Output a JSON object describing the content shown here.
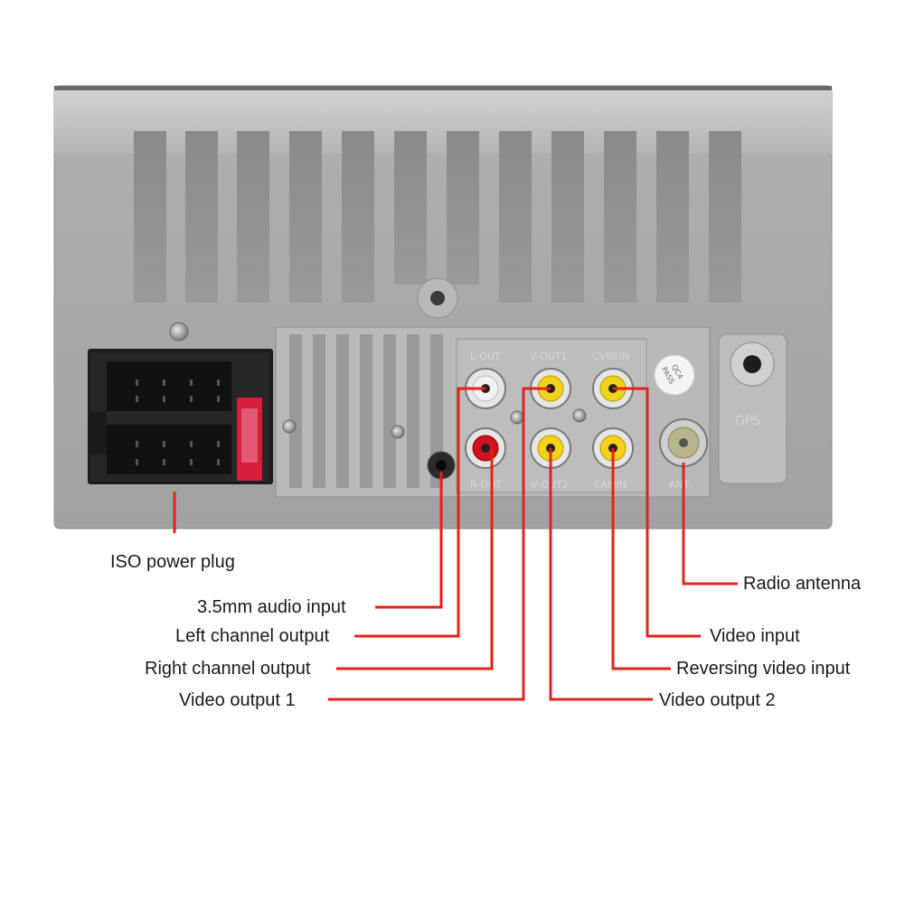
{
  "panel_text": {
    "l_out": "L-OUT",
    "r_out": "R-OUT",
    "v_out1": "V-OUT1",
    "v_out2": "V-OUT2",
    "cvbs_in": "CVBSIN",
    "cam_in": "CAMIN",
    "ant": "ANT",
    "gps": "GPS",
    "qc_line1": "QC4",
    "qc_line2": "PASS"
  },
  "callouts": {
    "iso_power_plug": "ISO power plug",
    "audio_input": "3.5mm audio input",
    "left_channel_output": "Left channel output",
    "right_channel_output": "Right channel output",
    "video_output_1": "Video output  1",
    "radio_antenna": "Radio antenna",
    "video_input": "Video input",
    "reversing_video_input": "Reversing video input",
    "video_output_2": "Video output  2"
  },
  "colors": {
    "leader_line": "#e2231a",
    "rca_white": "#f2f2f2",
    "rca_red": "#d0121b",
    "rca_yellow": "#f3d21a",
    "fuse": "#d81c3c",
    "housing": "#a9a9a9",
    "connector": "#1b1b1b"
  }
}
